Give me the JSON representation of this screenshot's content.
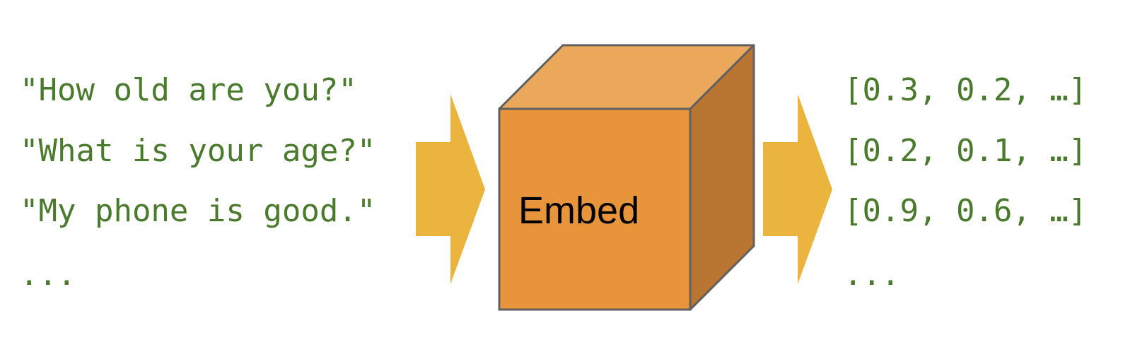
{
  "inputs": {
    "lines": [
      "\"How old are you?\"",
      "\"What is your age?\"",
      "\"My phone is good.\"",
      "..."
    ]
  },
  "embed_box": {
    "label": "Embed"
  },
  "outputs": {
    "lines": [
      "[0.3, 0.2, …]",
      "[0.2, 0.1, …]",
      "[0.9, 0.6, …]",
      "..."
    ]
  },
  "colors": {
    "text_green": "#4a7a2c",
    "arrow": "#ebb43e",
    "cube_front": "#e8943b",
    "cube_top": "#eba85b",
    "cube_side": "#b97632",
    "cube_stroke": "#606060",
    "label": "#000000"
  }
}
